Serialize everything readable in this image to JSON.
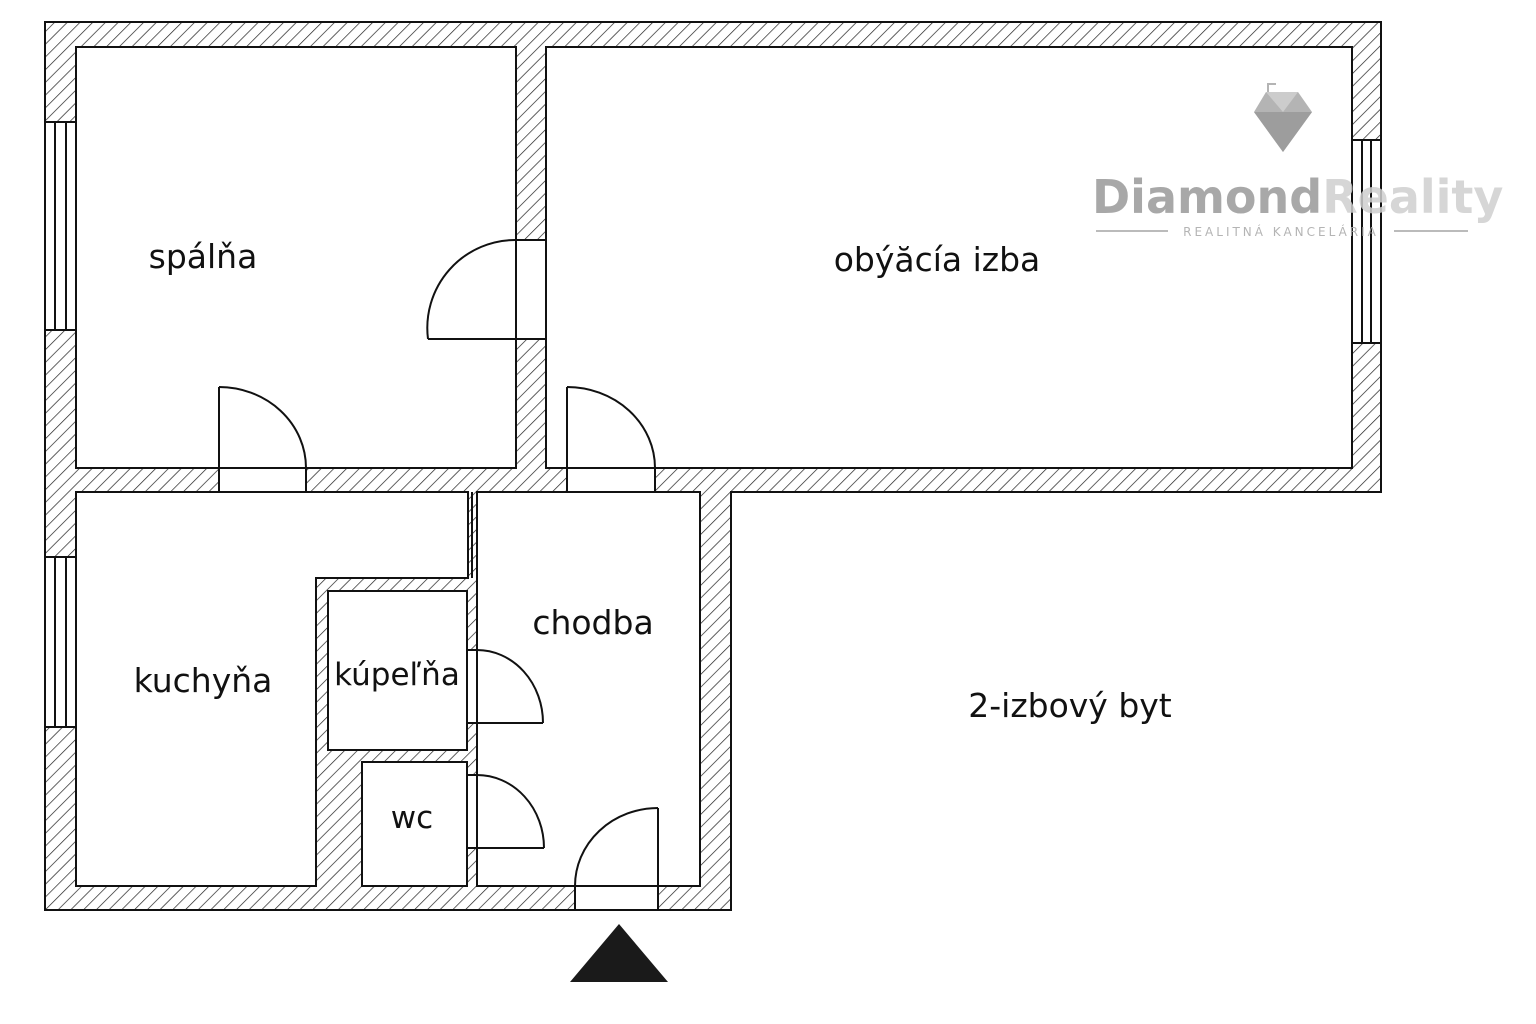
{
  "rooms": {
    "bedroom": "spálňa",
    "living_room": "obýăcía izba",
    "kitchen": "kuchyňa",
    "bathroom": "kúpeľňa",
    "hallway": "chodba",
    "toilet": "wc"
  },
  "caption": "2-izbový byt",
  "logo": {
    "word_a": "Diamond",
    "word_b": "Reality",
    "tagline": "REALITNÁ KANCELÁRIA",
    "icon": "diamond-icon"
  },
  "entrance_marker": "entrance-arrow-icon",
  "colors": {
    "wall_line": "#111111",
    "hatch": "#222222",
    "logo_primary": "#9a9a9a",
    "logo_secondary": "#cfcfcf"
  }
}
